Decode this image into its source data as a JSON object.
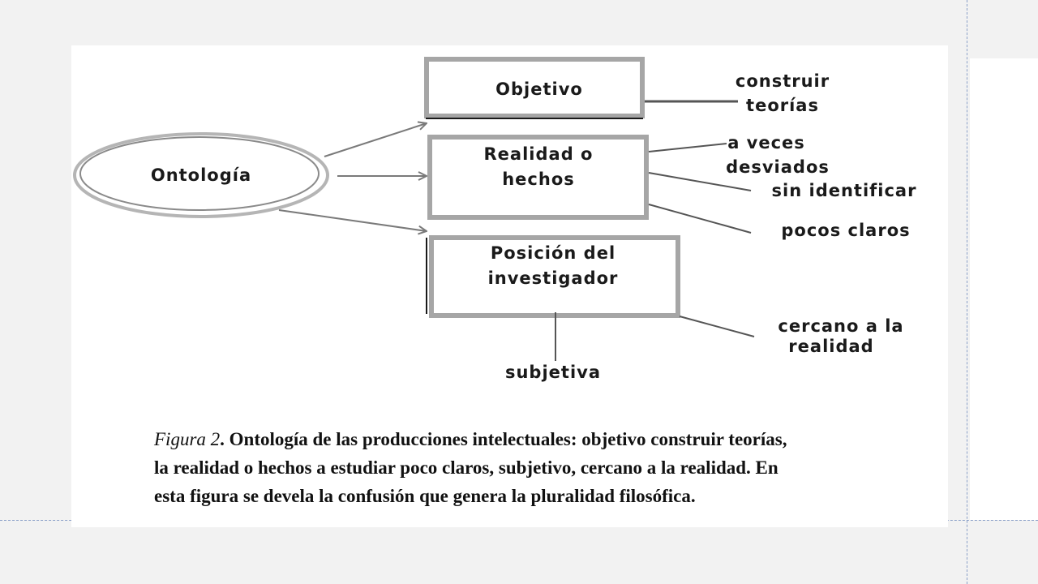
{
  "diagram": {
    "root": "Ontología",
    "boxes": {
      "objetivo": "Objetivo",
      "realidad_line1": "Realidad o",
      "realidad_line2": "hechos",
      "posicion_line1": "Posición del",
      "posicion_line2": "investigador"
    },
    "labels": {
      "construir_line1": "construir",
      "construir_line2": "teorías",
      "a_veces_line1": "a veces",
      "a_veces_line2": "desviados",
      "sin_identificar": "sin identificar",
      "pocos_claros": "pocos claros",
      "cercano_line1": "cercano a la",
      "cercano_line2": "realidad",
      "subjetiva": "subjetiva"
    }
  },
  "caption": {
    "label": "Figura 2",
    "line1_rest": ". Ontología de las producciones intelectuales: objetivo construir teorías,",
    "line2": "la realidad o hechos a estudiar poco claros, subjetivo, cercano a la realidad. En",
    "line3": "esta figura se devela la confusión que genera la pluralidad filosófica."
  }
}
